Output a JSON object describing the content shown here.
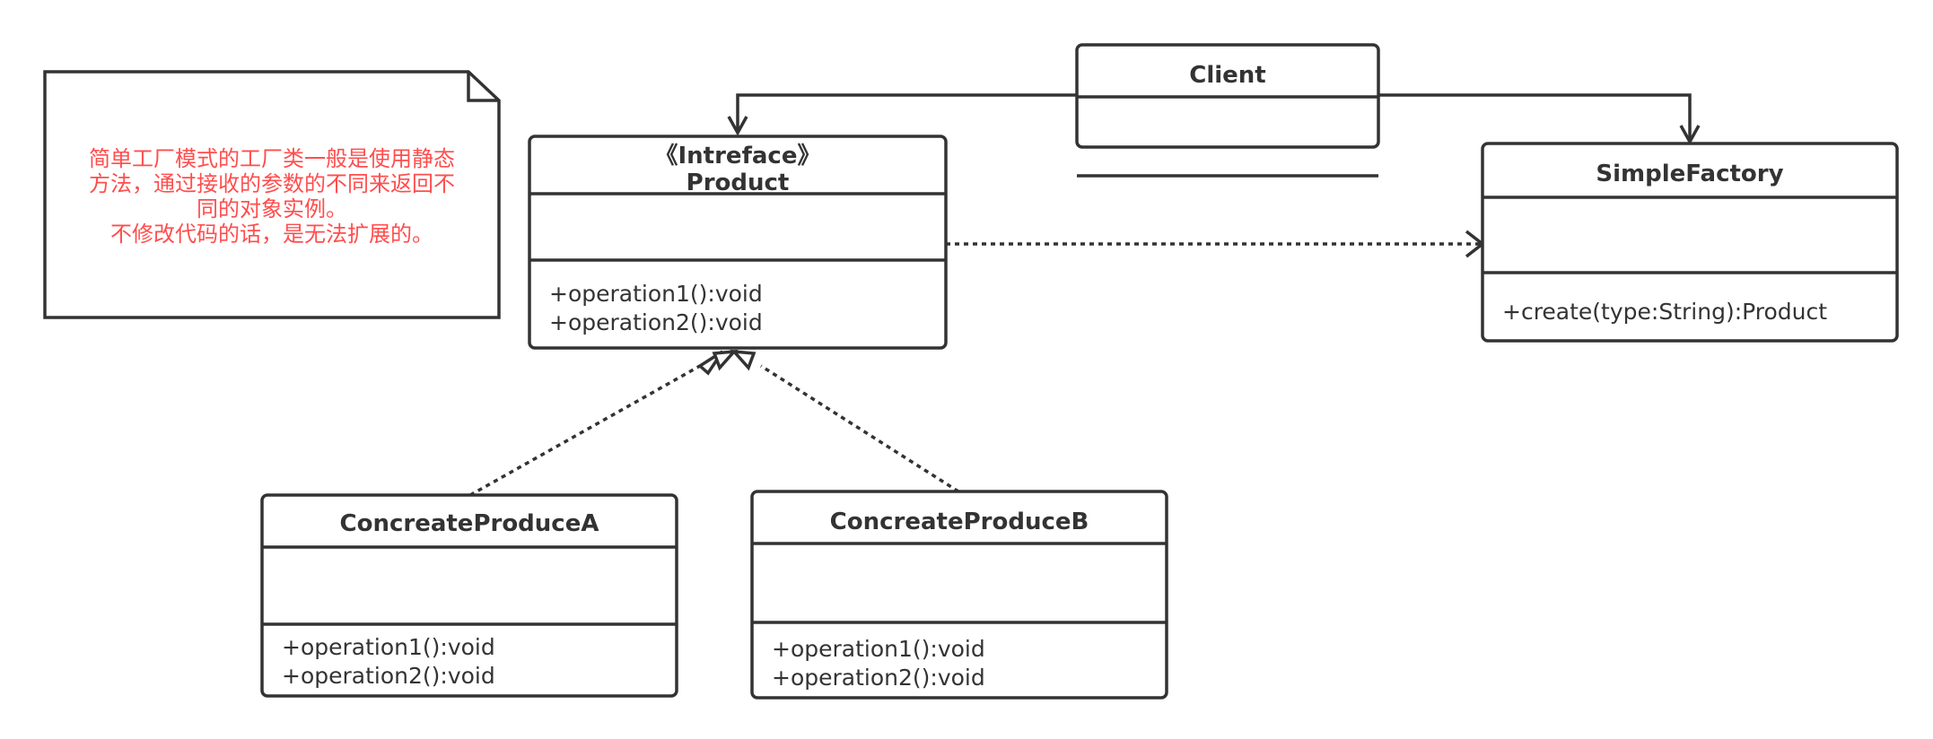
{
  "note": {
    "lines": [
      "简单工厂模式的工厂类一般是使用静态",
      "方法，通过接收的参数的不同来返回不",
      "同的对象实例。",
      "不修改代码的话，是无法扩展的。"
    ]
  },
  "client": {
    "name": "Client"
  },
  "product": {
    "stereotype": "《Intreface》",
    "name": "Product",
    "methods": [
      "+operation1():void",
      "+operation2():void"
    ]
  },
  "simple_factory": {
    "name": "SimpleFactory",
    "methods": [
      "+create(type:String):Product"
    ]
  },
  "concrete_a": {
    "name": "ConcreateProduceA",
    "methods": [
      "+operation1():void",
      "+operation2():void"
    ]
  },
  "concrete_b": {
    "name": "ConcreateProduceB",
    "methods": [
      "+operation1():void",
      "+operation2():void"
    ]
  },
  "colors": {
    "stroke": "#333333",
    "note_text": "#ff4d4d",
    "background": "#ffffff"
  }
}
